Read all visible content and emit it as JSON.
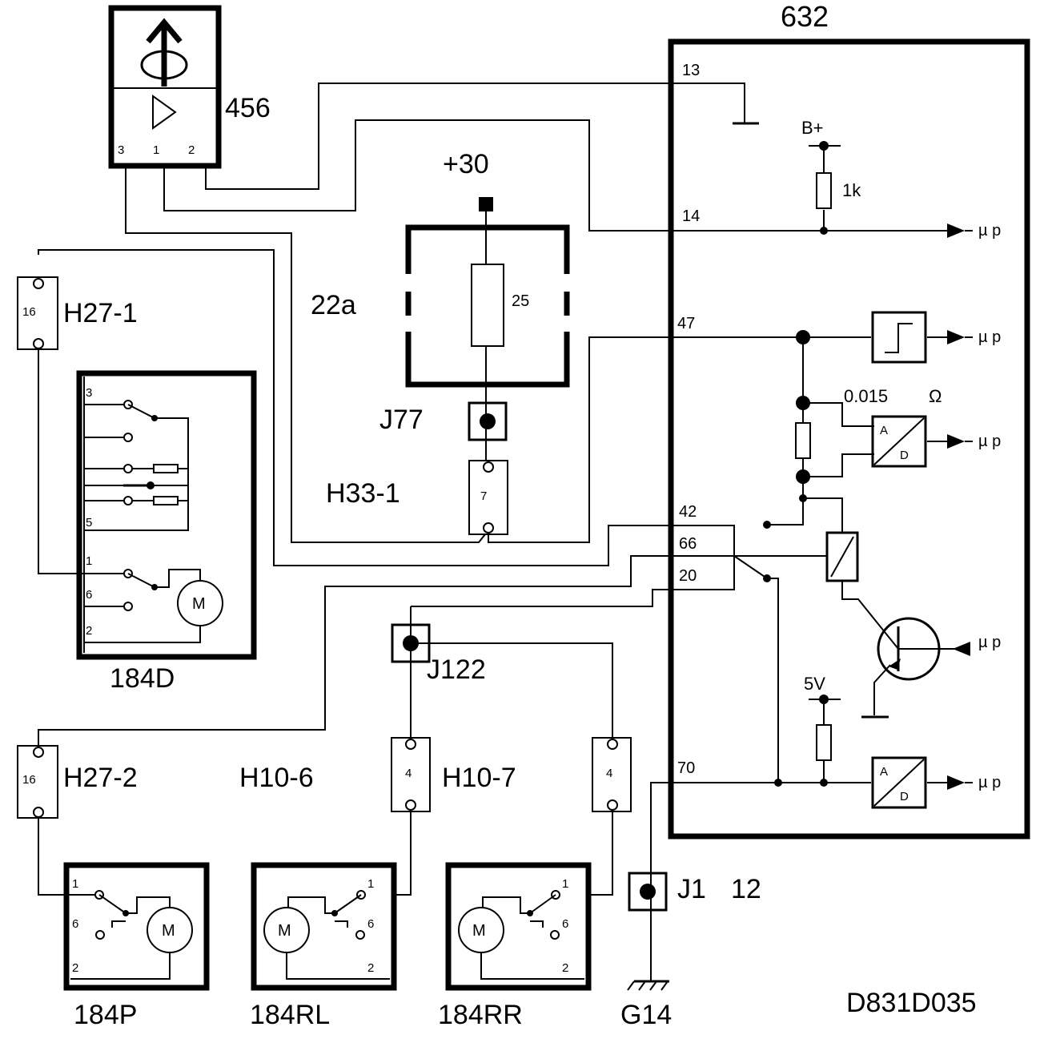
{
  "diagram_code": "D831D035",
  "supply_label": "+30",
  "control_unit": {
    "id": "632",
    "pins": {
      "p13": "13",
      "p14": "14",
      "p47": "47",
      "p42": "42",
      "p66": "66",
      "p20": "20",
      "p70": "70"
    },
    "bplus": "B+",
    "resistor_1k": "1k",
    "shunt_value": "0.015",
    "ohm_symbol": "Ω",
    "five_volt": "5V",
    "mu_p": "µ p",
    "adc_a": "A",
    "adc_d": "D"
  },
  "sensor": {
    "id": "456",
    "pins": [
      "3",
      "1",
      "2"
    ]
  },
  "fuse_box": {
    "id": "22a",
    "fuse_number": "25"
  },
  "junctions": {
    "j77": "J77",
    "j122": "J122",
    "j1": "J1",
    "j1_pin": "12"
  },
  "connectors": {
    "h27_1": {
      "id": "H27-1",
      "pin": "16"
    },
    "h27_2": {
      "id": "H27-2",
      "pin": "16"
    },
    "h33_1": {
      "id": "H33-1",
      "pin": "7"
    },
    "h10_6": {
      "id": "H10-6",
      "pin": "4"
    },
    "h10_7": {
      "id": "H10-7",
      "pin": "4"
    }
  },
  "ground": "G14",
  "motors": {
    "m184d": {
      "id": "184D",
      "pins": [
        "3",
        "5",
        "1",
        "6",
        "2"
      ],
      "motor": "M"
    },
    "m184p": {
      "id": "184P",
      "pins": [
        "1",
        "6",
        "2"
      ],
      "motor": "M"
    },
    "m184rl": {
      "id": "184RL",
      "pins": [
        "1",
        "6",
        "2"
      ],
      "motor": "M"
    },
    "m184rr": {
      "id": "184RR",
      "pins": [
        "1",
        "6",
        "2"
      ],
      "motor": "M"
    }
  }
}
